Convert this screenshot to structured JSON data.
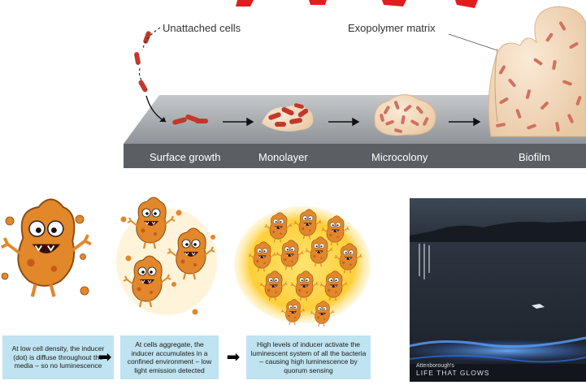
{
  "biofilm": {
    "callouts": {
      "unattached": "Unattached cells",
      "exopolymer": "Exopolymer matrix"
    },
    "stages": [
      {
        "label": "Surface growth"
      },
      {
        "label": "Monolayer"
      },
      {
        "label": "Microcolony"
      },
      {
        "label": "Biofilm"
      }
    ]
  },
  "quorum": {
    "captions": [
      "At low cell density, the inducer (dot) is diffuse throughout the media – so no luminescence",
      "At cells aggregate, the inducer accumulates in a confined environment – low light emission detected",
      "High levels of inducer activate the luminescent system of all the bacteria – causing high luminescence by quorum sensing"
    ],
    "arrow_glyph": "➡"
  },
  "glow_panel": {
    "line1": "Attenborough's",
    "line2": "LIFE THAT GLOWS"
  },
  "colors": {
    "rod": "#c0392b",
    "colony": "#f3dcc0",
    "surface_top": "#9fa3a6",
    "surface_front": "#5b5f63",
    "caption_bg": "#bfe3f0",
    "bacterium": "#e2872a",
    "glow": "#ffd54a",
    "bio_blue": "#3d8bff"
  }
}
